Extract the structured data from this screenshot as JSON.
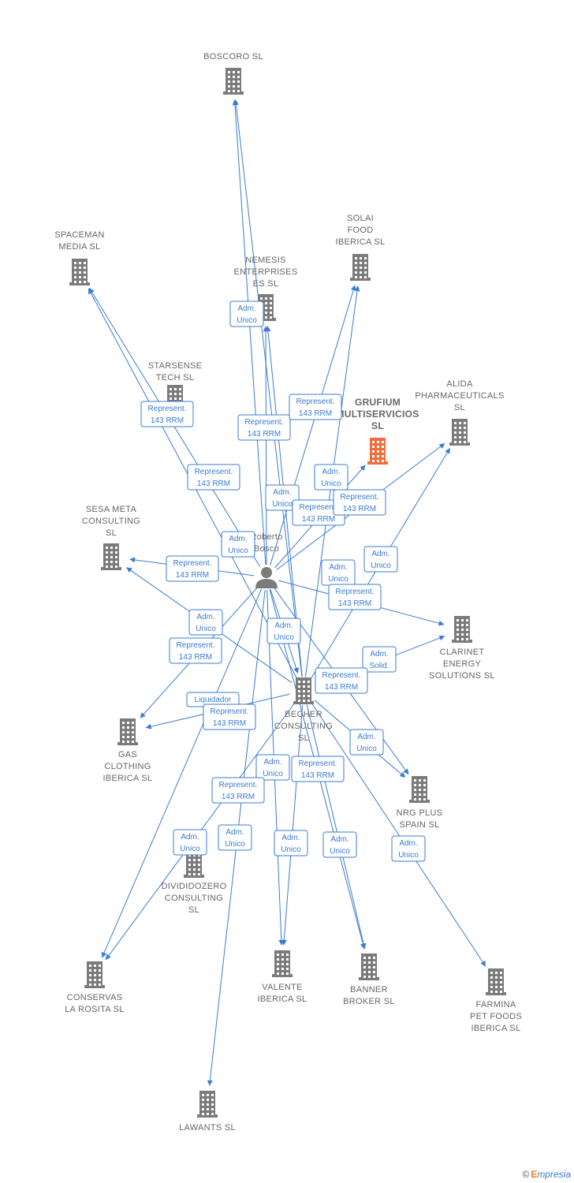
{
  "colors": {
    "edge": "#3a7bd5",
    "building": "#7b7b7b",
    "focus_building": "#f26b3a",
    "person": "#7b7b7b",
    "text": "#666666"
  },
  "person": {
    "name_lines": [
      "Roberto",
      "Bosco"
    ],
    "icon": "person-icon"
  },
  "nodes": [
    {
      "id": "boscoro",
      "lines": [
        "BOSCORO  SL"
      ],
      "icon": "building-icon"
    },
    {
      "id": "spaceman",
      "lines": [
        "SPACEMAN",
        "MEDIA  SL"
      ],
      "icon": "building-icon"
    },
    {
      "id": "nemesis",
      "lines": [
        "NEMESIS",
        "ENTERPRISES",
        "ES  SL"
      ],
      "icon": "building-icon"
    },
    {
      "id": "solai",
      "lines": [
        "SOLAI",
        "FOOD",
        "IBERICA  SL"
      ],
      "icon": "building-icon"
    },
    {
      "id": "starsense",
      "lines": [
        "STARSENSE",
        "TECH  SL"
      ],
      "icon": "building-icon"
    },
    {
      "id": "grufium",
      "lines": [
        "GRUFIUM",
        "MULTISERVICIOS",
        "SL"
      ],
      "icon": "building-icon",
      "focus": true
    },
    {
      "id": "alida",
      "lines": [
        "ALIDA",
        "PHARMACEUTICALS",
        "SL"
      ],
      "icon": "building-icon"
    },
    {
      "id": "sesa",
      "lines": [
        "SESA META",
        "CONSULTING",
        "SL"
      ],
      "icon": "building-icon"
    },
    {
      "id": "clarinet",
      "lines": [
        "CLARINET",
        "ENERGY",
        "SOLUTIONS  SL"
      ],
      "icon": "building-icon"
    },
    {
      "id": "becher",
      "lines": [
        "BECHER",
        "CONSULTING",
        "SL"
      ],
      "icon": "building-icon"
    },
    {
      "id": "gas",
      "lines": [
        "GAS",
        "CLOTHING",
        "IBERICA SL"
      ],
      "icon": "building-icon"
    },
    {
      "id": "nrg",
      "lines": [
        "NRG PLUS",
        "SPAIN  SL"
      ],
      "icon": "building-icon"
    },
    {
      "id": "divididozero",
      "lines": [
        "DIVIDIDOZERO",
        "CONSULTING",
        "SL"
      ],
      "icon": "building-icon"
    },
    {
      "id": "conservas",
      "lines": [
        "CONSERVAS",
        "LA ROSITA  SL"
      ],
      "icon": "building-icon"
    },
    {
      "id": "valente",
      "lines": [
        "VALENTE",
        "IBERICA  SL"
      ],
      "icon": "building-icon"
    },
    {
      "id": "banner",
      "lines": [
        "BANNER",
        "BROKER  SL"
      ],
      "icon": "building-icon"
    },
    {
      "id": "farmina",
      "lines": [
        "FARMINA",
        "PET FOODS",
        "IBERICA SL"
      ],
      "icon": "building-icon"
    },
    {
      "id": "lawants",
      "lines": [
        "LAWANTS  SL"
      ],
      "icon": "building-icon"
    }
  ],
  "edges": [
    {
      "from": "person",
      "to": "boscoro"
    },
    {
      "from": "becher",
      "to": "boscoro"
    },
    {
      "from": "person",
      "to": "spaceman"
    },
    {
      "from": "becher",
      "to": "spaceman"
    },
    {
      "from": "person",
      "to": "nemesis"
    },
    {
      "from": "becher",
      "to": "nemesis"
    },
    {
      "from": "person",
      "to": "solai"
    },
    {
      "from": "becher",
      "to": "solai"
    },
    {
      "from": "person",
      "to": "grufium"
    },
    {
      "from": "person",
      "to": "alida"
    },
    {
      "from": "becher",
      "to": "alida"
    },
    {
      "from": "person",
      "to": "sesa"
    },
    {
      "from": "becher",
      "to": "sesa"
    },
    {
      "from": "person",
      "to": "clarinet"
    },
    {
      "from": "becher",
      "to": "clarinet"
    },
    {
      "from": "person",
      "to": "becher"
    },
    {
      "from": "person",
      "to": "gas"
    },
    {
      "from": "becher",
      "to": "gas"
    },
    {
      "from": "person",
      "to": "nrg"
    },
    {
      "from": "becher",
      "to": "nrg"
    },
    {
      "from": "person",
      "to": "conservas"
    },
    {
      "from": "becher",
      "to": "conservas"
    },
    {
      "from": "person",
      "to": "valente"
    },
    {
      "from": "becher",
      "to": "valente"
    },
    {
      "from": "person",
      "to": "banner"
    },
    {
      "from": "becher",
      "to": "banner"
    },
    {
      "from": "becher",
      "to": "farmina"
    },
    {
      "from": "person",
      "to": "lawants"
    }
  ],
  "edge_labels": [
    {
      "lines": [
        "Adm.",
        "Unico"
      ]
    },
    {
      "lines": [
        "Represent.",
        "143 RRM"
      ]
    },
    {
      "lines": [
        "Represent.",
        "143 RRM"
      ]
    },
    {
      "lines": [
        "Represent.",
        "143 RRM"
      ]
    },
    {
      "lines": [
        "Represent.",
        "143 RRM"
      ]
    },
    {
      "lines": [
        "Adm.",
        "Unico"
      ]
    },
    {
      "lines": [
        "Adm.",
        "Unico"
      ]
    },
    {
      "lines": [
        "Represent.",
        "143 RRM"
      ]
    },
    {
      "lines": [
        "Represent.",
        "143 RRM"
      ]
    },
    {
      "lines": [
        "Adm.",
        "Unico"
      ]
    },
    {
      "lines": [
        "Adm.",
        "Unico"
      ]
    },
    {
      "lines": [
        "Represent.",
        "143 RRM"
      ]
    },
    {
      "lines": [
        "Adm.",
        "Unico"
      ]
    },
    {
      "lines": [
        "Represent.",
        "143 RRM"
      ]
    },
    {
      "lines": [
        "Adm.",
        "Unico"
      ]
    },
    {
      "lines": [
        "Adm.",
        "Unico"
      ]
    },
    {
      "lines": [
        "Represent.",
        "143 RRM"
      ]
    },
    {
      "lines": [
        "Adm.",
        "Solid."
      ]
    },
    {
      "lines": [
        "Represent.",
        "143 RRM"
      ]
    },
    {
      "lines": [
        "Liquidador"
      ]
    },
    {
      "lines": [
        "Represent.",
        "143 RRM"
      ]
    },
    {
      "lines": [
        "Adm.",
        "Unico"
      ]
    },
    {
      "lines": [
        "Represent.",
        "143 RRM"
      ]
    },
    {
      "lines": [
        "Represent.",
        "143 RRM"
      ]
    },
    {
      "lines": [
        "Adm.",
        "Unico"
      ]
    },
    {
      "lines": [
        "Adm.",
        "Unico"
      ]
    },
    {
      "lines": [
        "Adm.",
        "Unico"
      ]
    },
    {
      "lines": [
        "Adm.",
        "Unico"
      ]
    },
    {
      "lines": [
        "Adm.",
        "Unico"
      ]
    },
    {
      "lines": [
        "Adm.",
        "Unico"
      ]
    }
  ],
  "footer": {
    "copyright": "©",
    "brand_initial": "E",
    "brand_rest": "mpresia"
  }
}
